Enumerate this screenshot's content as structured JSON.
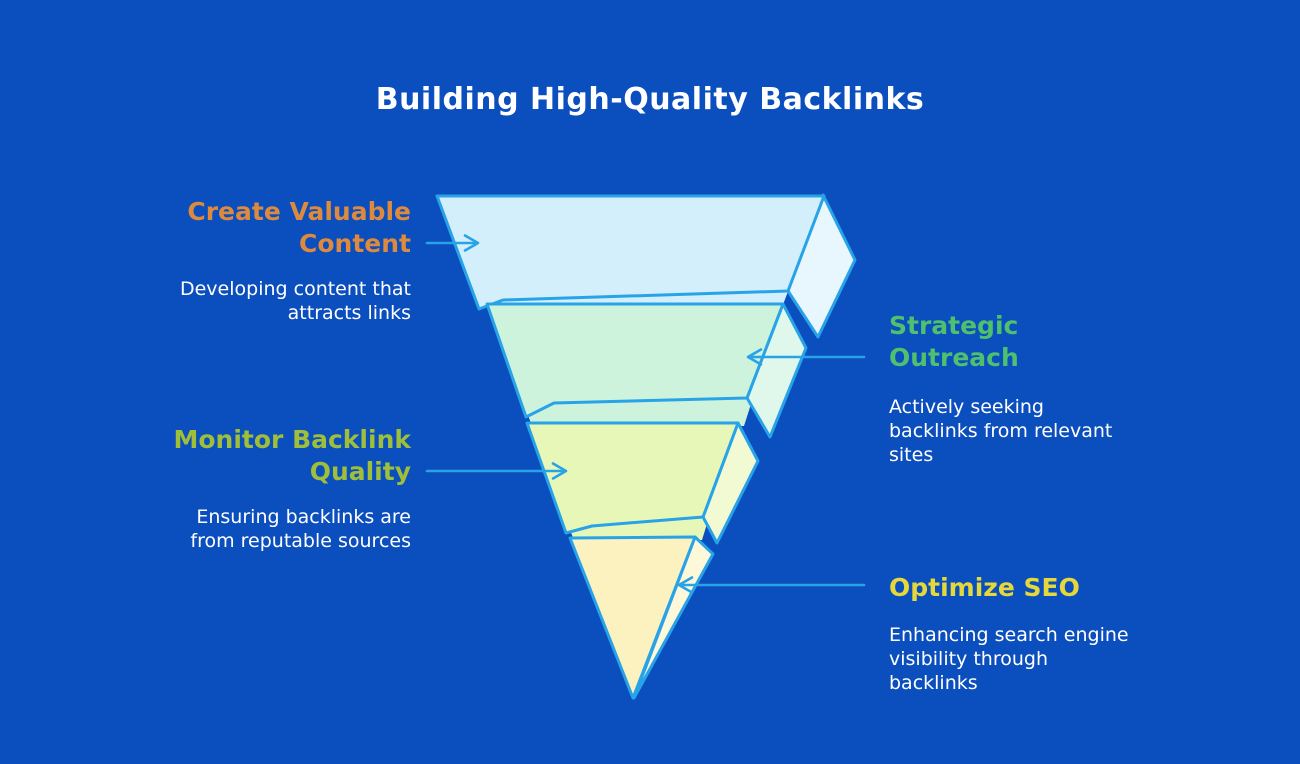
{
  "title": "Building High-Quality Backlinks",
  "colors": {
    "background": "#0b4ebd",
    "title_text": "#ffffff",
    "description_text": "#ffffff",
    "funnel_outline": "#28a3e8",
    "arrow": "#28a3e8"
  },
  "funnel": {
    "layers": [
      {
        "label": "Create Valuable\nContent",
        "label_color": "#dd8a3e",
        "description": "Developing content that\nattracts links",
        "front_color": "#d2effb",
        "side_color": "#e7f7fd",
        "label_side": "left"
      },
      {
        "label": "Strategic\nOutreach",
        "label_color": "#4ec06e",
        "description": "Actively seeking\nbacklinks from relevant\nsites",
        "front_color": "#cdf3dd",
        "side_color": "#e0f8ec",
        "label_side": "right"
      },
      {
        "label": "Monitor Backlink\nQuality",
        "label_color": "#9fbe3a",
        "description": "Ensuring backlinks are\nfrom reputable sources",
        "front_color": "#e7f7b8",
        "side_color": "#f2fad4",
        "label_side": "left"
      },
      {
        "label": "Optimize SEO",
        "label_color": "#e5d83a",
        "description": "Enhancing search engine\nvisibility through\nbacklinks",
        "front_color": "#fbf2c0",
        "side_color": "#fdf8d9",
        "label_side": "right"
      }
    ]
  }
}
